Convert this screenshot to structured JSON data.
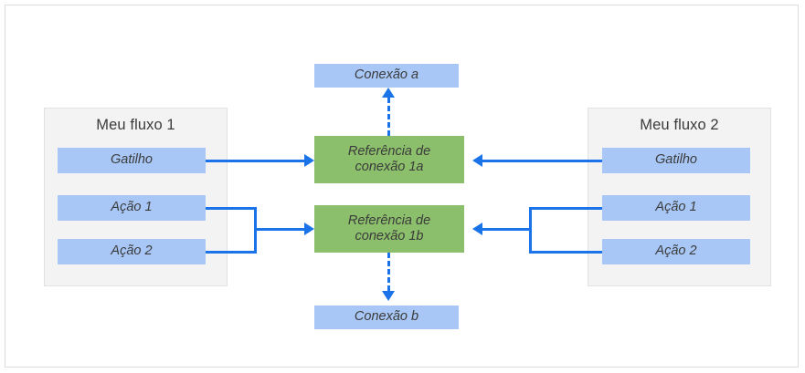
{
  "diagram": {
    "title_visible": false,
    "colors": {
      "canvas": "#ffffff",
      "frame_border": "#dcdcdc",
      "panel_fill": "#f3f3f3",
      "panel_border": "#e2e2e2",
      "node_blue": "#a8c7f6",
      "node_green": "#8cbf6b",
      "connector_blue": "#1a73e8",
      "text": "#3b3b3b"
    },
    "flows": [
      {
        "id": "flow-left",
        "title": "Meu fluxo 1",
        "steps": [
          {
            "id": "trigger",
            "label": "Gatilho"
          },
          {
            "id": "action-1",
            "label": "Ação 1"
          },
          {
            "id": "action-2",
            "label": "Ação 2"
          }
        ]
      },
      {
        "id": "flow-right",
        "title": "Meu fluxo 2",
        "steps": [
          {
            "id": "trigger",
            "label": "Gatilho"
          },
          {
            "id": "action-1",
            "label": "Ação 1"
          },
          {
            "id": "action-2",
            "label": "Ação 2"
          }
        ]
      }
    ],
    "references": [
      {
        "id": "ref-1a",
        "label_line1": "Referência de",
        "label_line2": "conexão 1a"
      },
      {
        "id": "ref-1b",
        "label_line1": "Referência de",
        "label_line2": "conexão 1b"
      }
    ],
    "connections": [
      {
        "id": "conn-a",
        "label": "Conexão a"
      },
      {
        "id": "conn-b",
        "label": "Conexão b"
      }
    ],
    "edges": [
      {
        "from": "flow-left.trigger",
        "to": "ref-1a",
        "style": "solid",
        "arrow": "right"
      },
      {
        "from": "flow-left.action-1",
        "to": "ref-1b",
        "style": "solid",
        "arrow": "right"
      },
      {
        "from": "flow-left.action-2",
        "to": "ref-1b",
        "style": "solid",
        "arrow": "right"
      },
      {
        "from": "flow-right.trigger",
        "to": "ref-1a",
        "style": "solid",
        "arrow": "left"
      },
      {
        "from": "flow-right.action-1",
        "to": "ref-1b",
        "style": "solid",
        "arrow": "left"
      },
      {
        "from": "flow-right.action-2",
        "to": "ref-1b",
        "style": "solid",
        "arrow": "left"
      },
      {
        "from": "ref-1a",
        "to": "conn-a",
        "style": "dashed",
        "arrow": "up"
      },
      {
        "from": "ref-1b",
        "to": "conn-b",
        "style": "dashed",
        "arrow": "down"
      }
    ]
  }
}
